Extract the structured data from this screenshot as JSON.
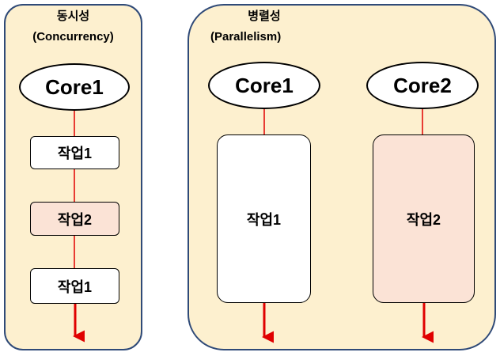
{
  "concurrency": {
    "title": "동시성",
    "subtitle": "(Concurrency)",
    "core_label": "Core1",
    "tasks": [
      {
        "label": "작업1",
        "color": "#ffffff"
      },
      {
        "label": "작업2",
        "color": "#fbe3d6"
      },
      {
        "label": "작업1",
        "color": "#ffffff"
      }
    ]
  },
  "parallelism": {
    "title": "병렬성",
    "subtitle": "(Parallelism)",
    "cores": [
      {
        "label": "Core1",
        "task_label": "작업1",
        "task_color": "#ffffff"
      },
      {
        "label": "Core2",
        "task_label": "작업2",
        "task_color": "#fbe3d6"
      }
    ]
  },
  "colors": {
    "panel_fill": "#fdf0cf",
    "panel_border": "#2f4a78",
    "connector": "#e00000"
  }
}
